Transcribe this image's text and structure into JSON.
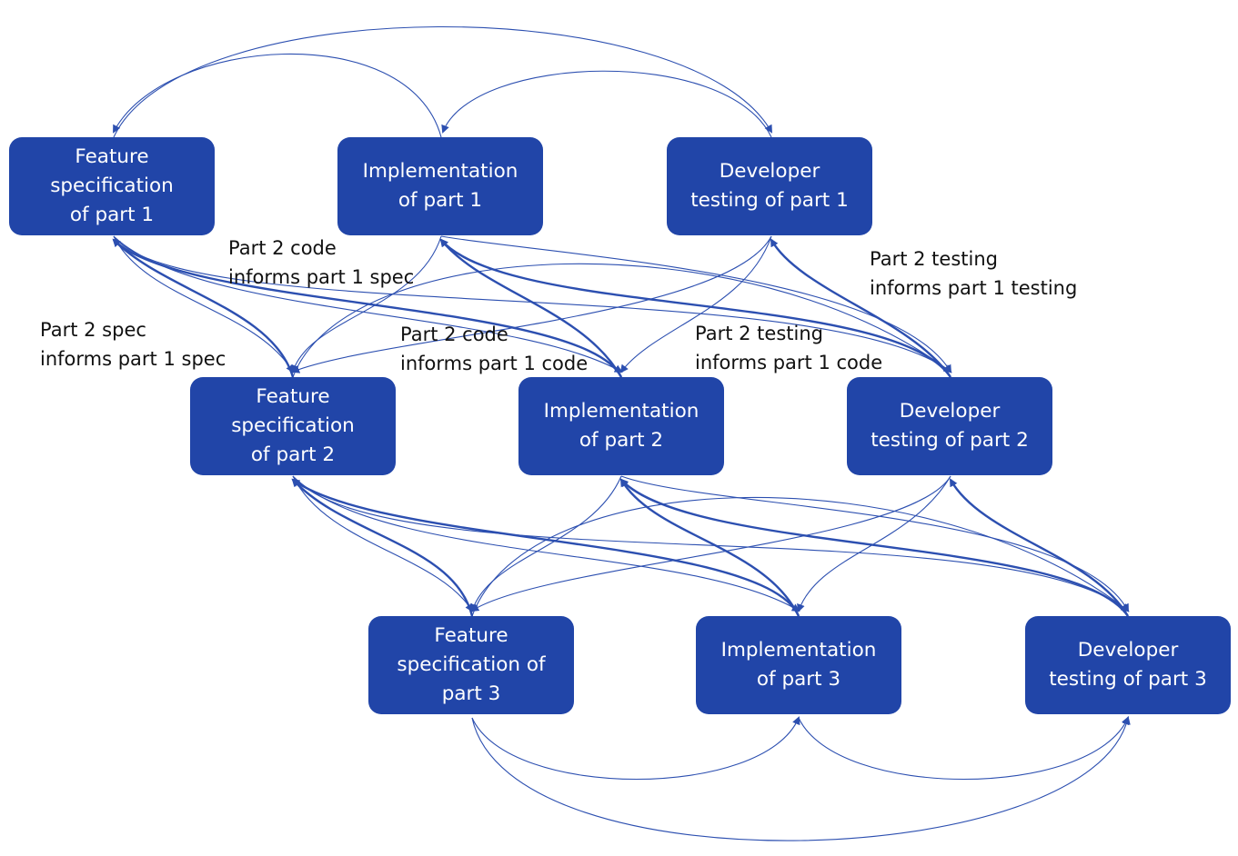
{
  "colors": {
    "node_fill": "#2145a8",
    "node_text": "#ffffff",
    "arrow": "#2c4fb0",
    "annotation_text": "#111111"
  },
  "nodes": [
    {
      "id": "spec1",
      "lines": [
        "Feature",
        "specification",
        "of part 1"
      ]
    },
    {
      "id": "impl1",
      "lines": [
        "Implementation",
        "of part 1"
      ]
    },
    {
      "id": "test1",
      "lines": [
        "Developer",
        "testing of part 1"
      ]
    },
    {
      "id": "spec2",
      "lines": [
        "Feature",
        "specification",
        "of part 2"
      ]
    },
    {
      "id": "impl2",
      "lines": [
        "Implementation",
        "of part 2"
      ]
    },
    {
      "id": "test2",
      "lines": [
        "Developer",
        "testing of part 2"
      ]
    },
    {
      "id": "spec3",
      "lines": [
        "Feature",
        "specification of",
        "part 3"
      ]
    },
    {
      "id": "impl3",
      "lines": [
        "Implementation",
        "of part 3"
      ]
    },
    {
      "id": "test3",
      "lines": [
        "Developer",
        "testing of part 3"
      ]
    }
  ],
  "annotations": [
    {
      "id": "code2-spec1",
      "lines": [
        "Part 2 code",
        "informs part 1 spec"
      ]
    },
    {
      "id": "spec2-spec1",
      "lines": [
        "Part 2 spec",
        "informs part 1 spec"
      ]
    },
    {
      "id": "code2-code1",
      "lines": [
        "Part 2 code",
        "informs part 1 code"
      ]
    },
    {
      "id": "test2-code1",
      "lines": [
        "Part 2 testing",
        "informs part 1 code"
      ]
    },
    {
      "id": "test2-test1",
      "lines": [
        "Part 2 testing",
        "informs part 1 testing"
      ]
    }
  ]
}
